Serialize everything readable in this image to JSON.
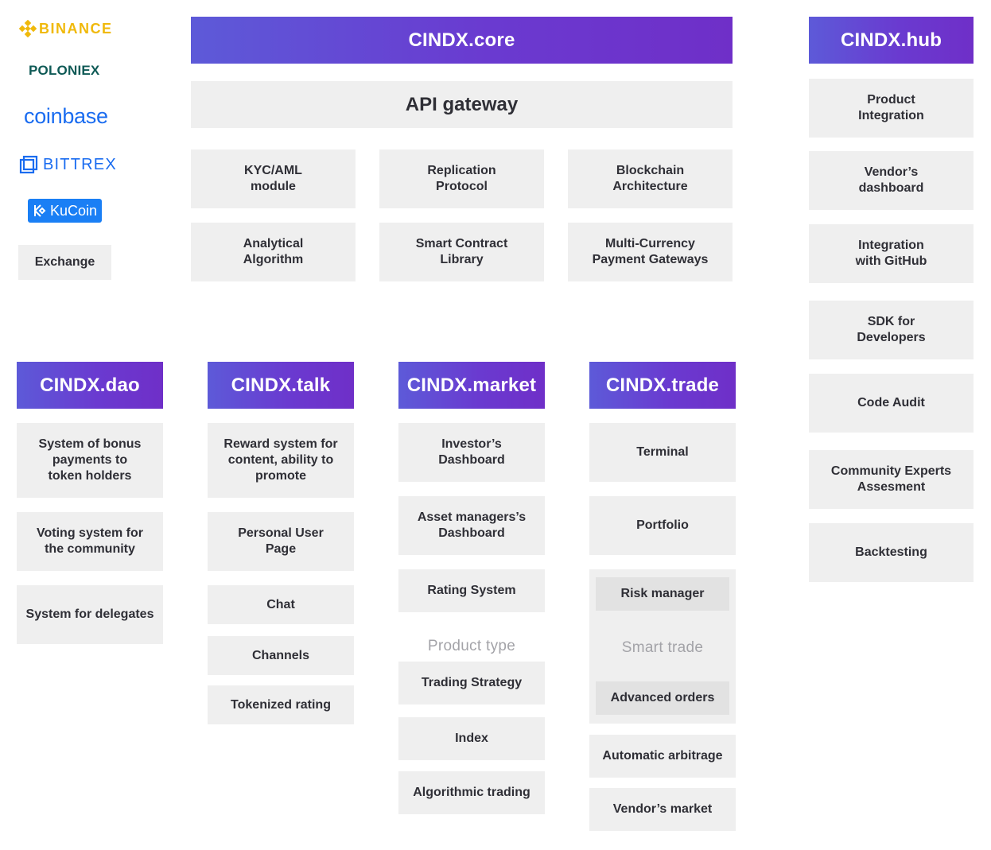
{
  "exchanges": {
    "binance": "BINANCE",
    "poloniex": "POLONIEX",
    "coinbase": "coinbase",
    "bittrex": "BITTREX",
    "kucoin": "KuCoin",
    "exchange": "Exchange"
  },
  "core": {
    "title": "CINDX.core",
    "gateway": "API gateway",
    "modules": [
      "KYC/AML\nmodule",
      "Replication\nProtocol",
      "Blockchain\nArchitecture",
      "Analytical\nAlgorithm",
      "Smart Contract\nLibrary",
      "Multi-Currency\nPayment Gateways"
    ]
  },
  "hub": {
    "title": "CINDX.hub",
    "items": [
      "Product\nIntegration",
      "Vendor’s\ndashboard",
      "Integration\nwith GitHub",
      "SDK for\nDevelopers",
      "Code Audit",
      "Community Experts\nAssesment",
      "Backtesting"
    ]
  },
  "dao": {
    "title": "CINDX.dao",
    "items": [
      "System of bonus\npayments to\ntoken holders",
      "Voting system for\nthe community",
      "System for delegates"
    ]
  },
  "talk": {
    "title": "CINDX.talk",
    "items": [
      "Reward system for\ncontent, ability to\npromote",
      "Personal User\nPage",
      "Chat",
      "Channels",
      "Tokenized rating"
    ]
  },
  "market": {
    "title": "CINDX.market",
    "items": [
      "Investor’s\nDashboard",
      "Asset managers’s\nDashboard",
      "Rating System"
    ],
    "product_type_label": "Product type",
    "product_types": [
      "Trading Strategy",
      "Index",
      "Algorithmic trading"
    ]
  },
  "trade": {
    "title": "CINDX.trade",
    "items": [
      "Terminal",
      "Portfolio"
    ],
    "smart_trade": {
      "risk_manager": "Risk manager",
      "label": "Smart trade",
      "advanced_orders": "Advanced orders"
    },
    "more_items": [
      "Automatic arbitrage",
      "Vendor’s market"
    ]
  },
  "colors": {
    "header_gradient_start": "#5d5ad8",
    "header_gradient_end": "#6f2fc8",
    "box": "#efefef",
    "binance": "#f0b90b",
    "poloniex": "#0f5a56",
    "coinbase": "#1a6cf0",
    "kucoin": "#1a7ff5"
  }
}
